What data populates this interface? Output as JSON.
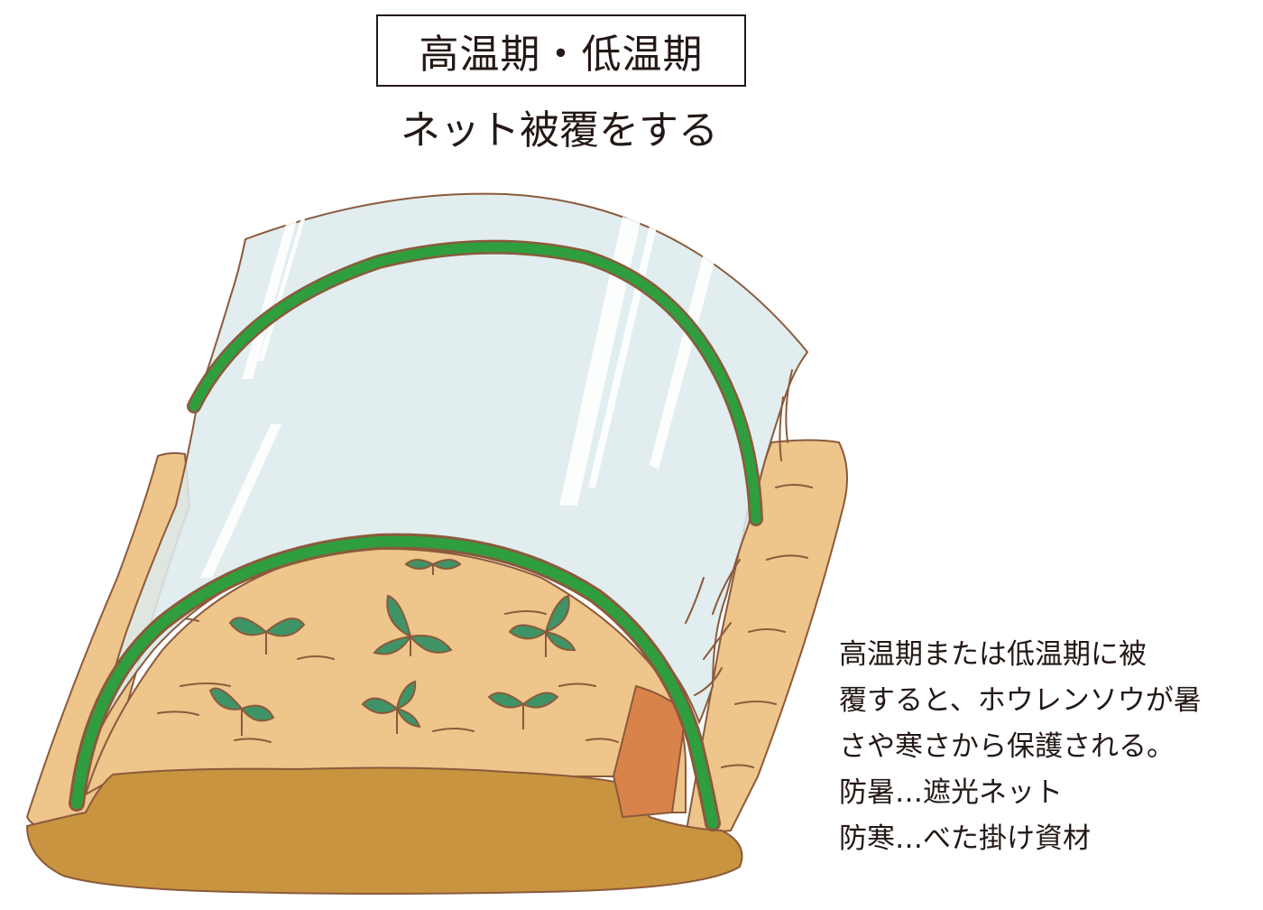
{
  "header": {
    "title": "高温期・低温期",
    "subtitle": "ネット被覆をする"
  },
  "notes": {
    "lines": [
      "高温期または低温期に被",
      "覆すると、ホウレンソウが暑",
      "さや寒さから保護される。",
      "防暑…遮光ネット",
      "防寒…べた掛け資材"
    ]
  },
  "illustration": {
    "subject": "tunnel-covered-spinach-bed",
    "colors": {
      "soil_light": "#EEC58A",
      "soil_dark": "#C8943F",
      "soil_edge": "#D9834A",
      "outline": "#8B5A3C",
      "hoop": "#2E9E3E",
      "net": "#DDEBEC",
      "net_highlight": "#FFFFFF",
      "leaf": "#3E9466",
      "leaf_light": "#5CB486"
    }
  }
}
